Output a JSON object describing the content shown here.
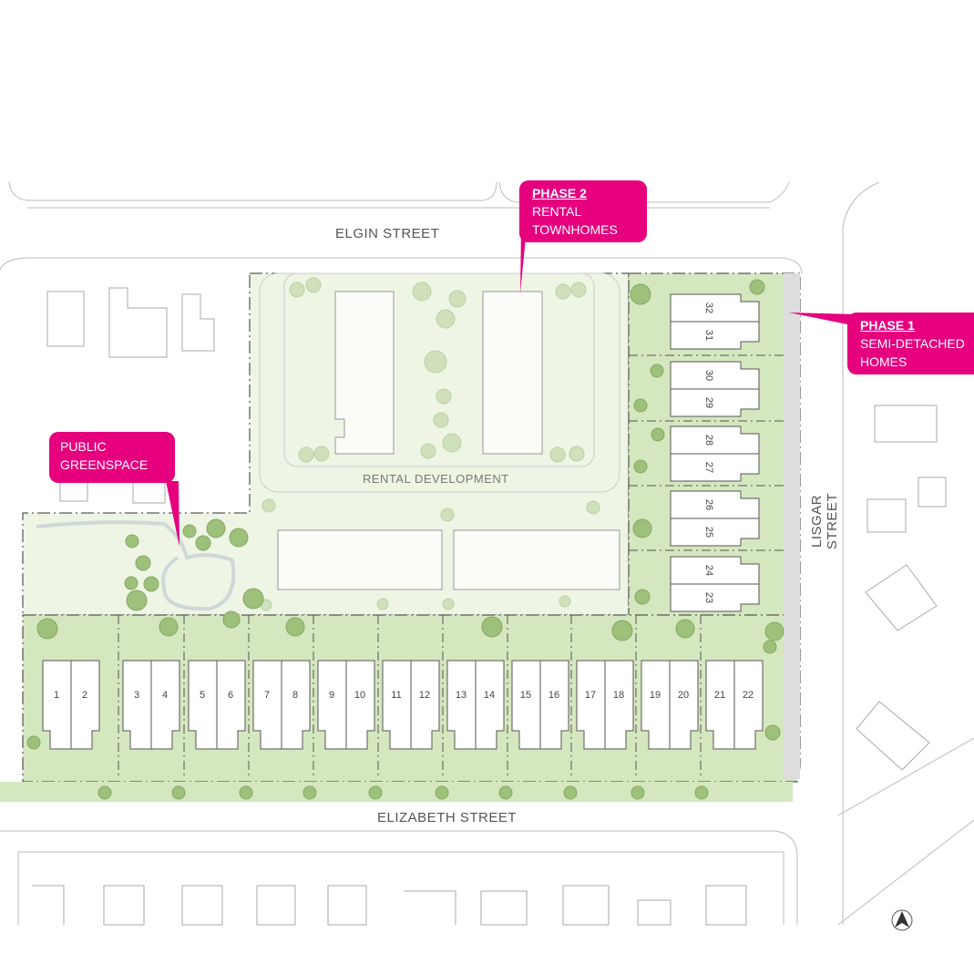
{
  "streets": {
    "north": "ELGIN STREET",
    "south": "ELIZABETH STREET",
    "east": "LISGAR STREET"
  },
  "area_label": "RENTAL DEVELOPMENT",
  "callouts": {
    "phase2": {
      "title": "PHASE 2",
      "line1": "RENTAL",
      "line2": "TOWNHOMES"
    },
    "phase1": {
      "title": "PHASE 1",
      "line1": "SEMI-DETACHED",
      "line2": "HOMES"
    },
    "greenspace": {
      "line1": "PUBLIC",
      "line2": "GREENSPACE"
    }
  },
  "bottom_units": [
    [
      "1",
      "2"
    ],
    [
      "3",
      "4"
    ],
    [
      "5",
      "6"
    ],
    [
      "7",
      "8"
    ],
    [
      "9",
      "10"
    ],
    [
      "11",
      "12"
    ],
    [
      "13",
      "14"
    ],
    [
      "15",
      "16"
    ],
    [
      "17",
      "18"
    ],
    [
      "19",
      "20"
    ],
    [
      "21",
      "22"
    ]
  ],
  "right_units": [
    [
      "32",
      "31"
    ],
    [
      "30",
      "29"
    ],
    [
      "28",
      "27"
    ],
    [
      "26",
      "25"
    ],
    [
      "24",
      "23"
    ]
  ],
  "colors": {
    "accent": "#e6007e",
    "lot_green": "#d5e7bf",
    "light_green": "#eef5e4"
  }
}
